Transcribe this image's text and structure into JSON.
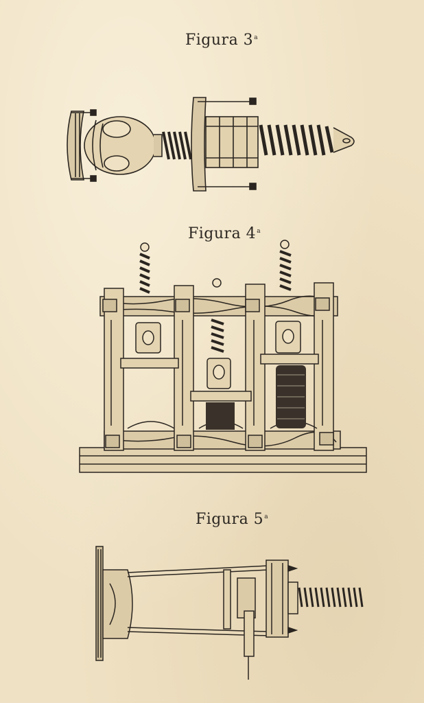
{
  "figures": [
    {
      "label": "Figura 3",
      "suffix": "a"
    },
    {
      "label": "Figura 4",
      "suffix": "a"
    },
    {
      "label": "Figura 5",
      "suffix": "a"
    }
  ],
  "colors": {
    "paper": "#efe1c3",
    "ink": "#2a2520"
  },
  "icons": [
    "screw-press-drawing",
    "triple-press-drawing",
    "press-cylinder-drawing"
  ]
}
